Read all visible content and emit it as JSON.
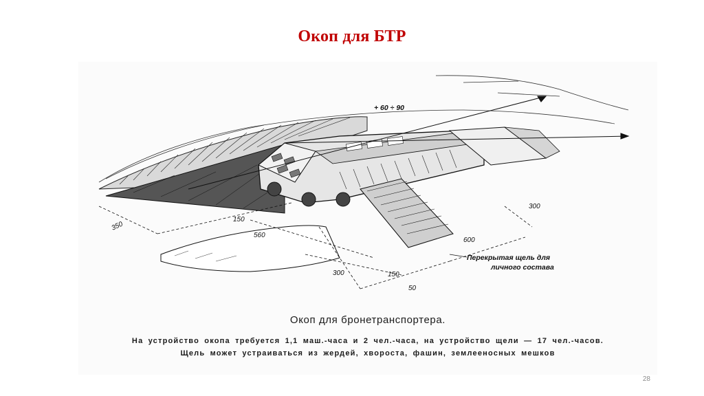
{
  "slide": {
    "title": "Окоп для БТР",
    "page_number": "28"
  },
  "figure": {
    "caption_title": "Окоп для бронетранспортера.",
    "caption_line1": "На устройство окопа требуется 1,1 маш.-часа и 2 чел.-часа, на устройство щели — 17 чел.-часов.",
    "caption_line2": "Щель может устраиваться из жердей, хвороста, фашин, землеенос­ных мешков",
    "annotation_angle": "+ 60 ÷ 90",
    "annotation_slit_line1": "Перекрытая щель для",
    "annotation_slit_line2": "личного состава",
    "dimensions": {
      "d350": "350",
      "d150a": "150",
      "d560": "560",
      "d300a": "300",
      "d600": "600",
      "d300b": "300",
      "d150b": "150",
      "d50": "50"
    }
  }
}
